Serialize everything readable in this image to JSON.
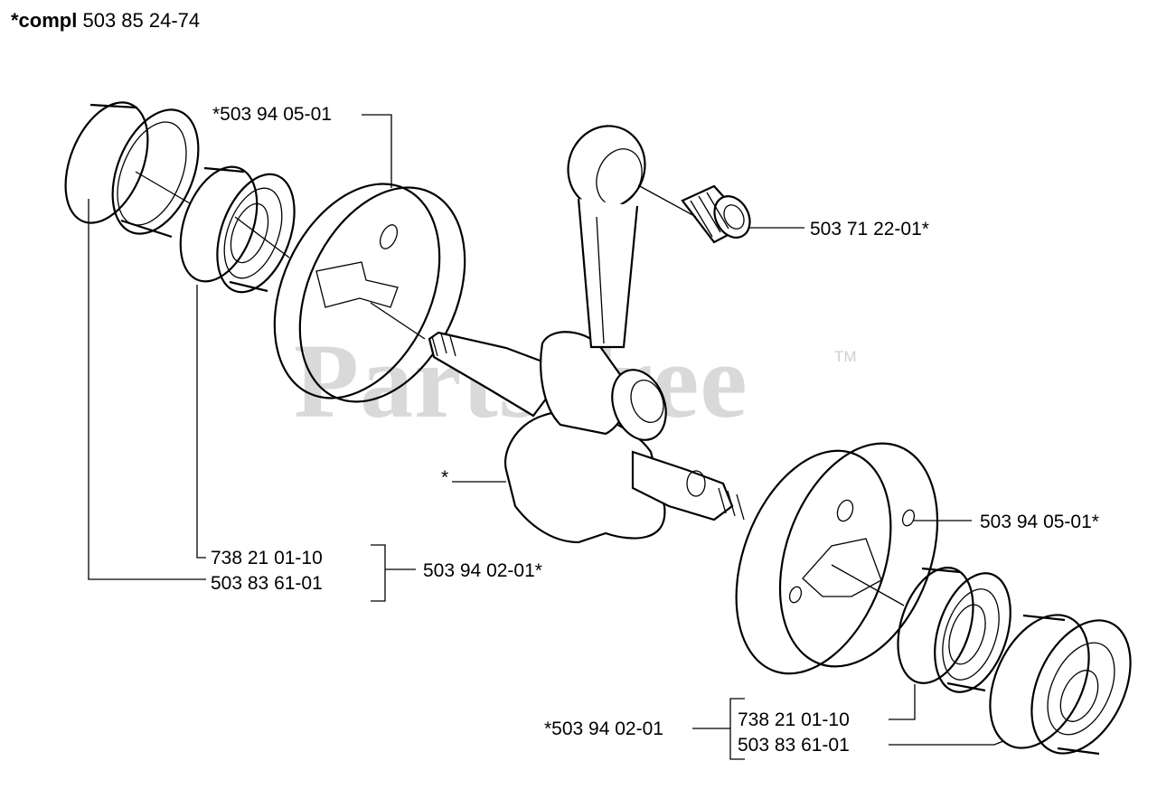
{
  "header": {
    "prefix": "*compl",
    "number": "503 85 24-74"
  },
  "watermark": {
    "text": "PartsTree",
    "tm": "TM",
    "color": "#d9d9d9"
  },
  "labels": {
    "flywheel_top": "*503 94 05-01",
    "needle_bearing": "503 71 22-01*",
    "crank_marker": "*",
    "flywheel_bottom": "503 94 05-01*",
    "left_bearing": "738 21 01-10",
    "left_seal": "503 83 61-01",
    "left_kit": "503 94 02-01*",
    "right_kit": "*503 94 02-01",
    "right_bearing": "738 21 01-10",
    "right_seal": "503 83 61-01"
  }
}
